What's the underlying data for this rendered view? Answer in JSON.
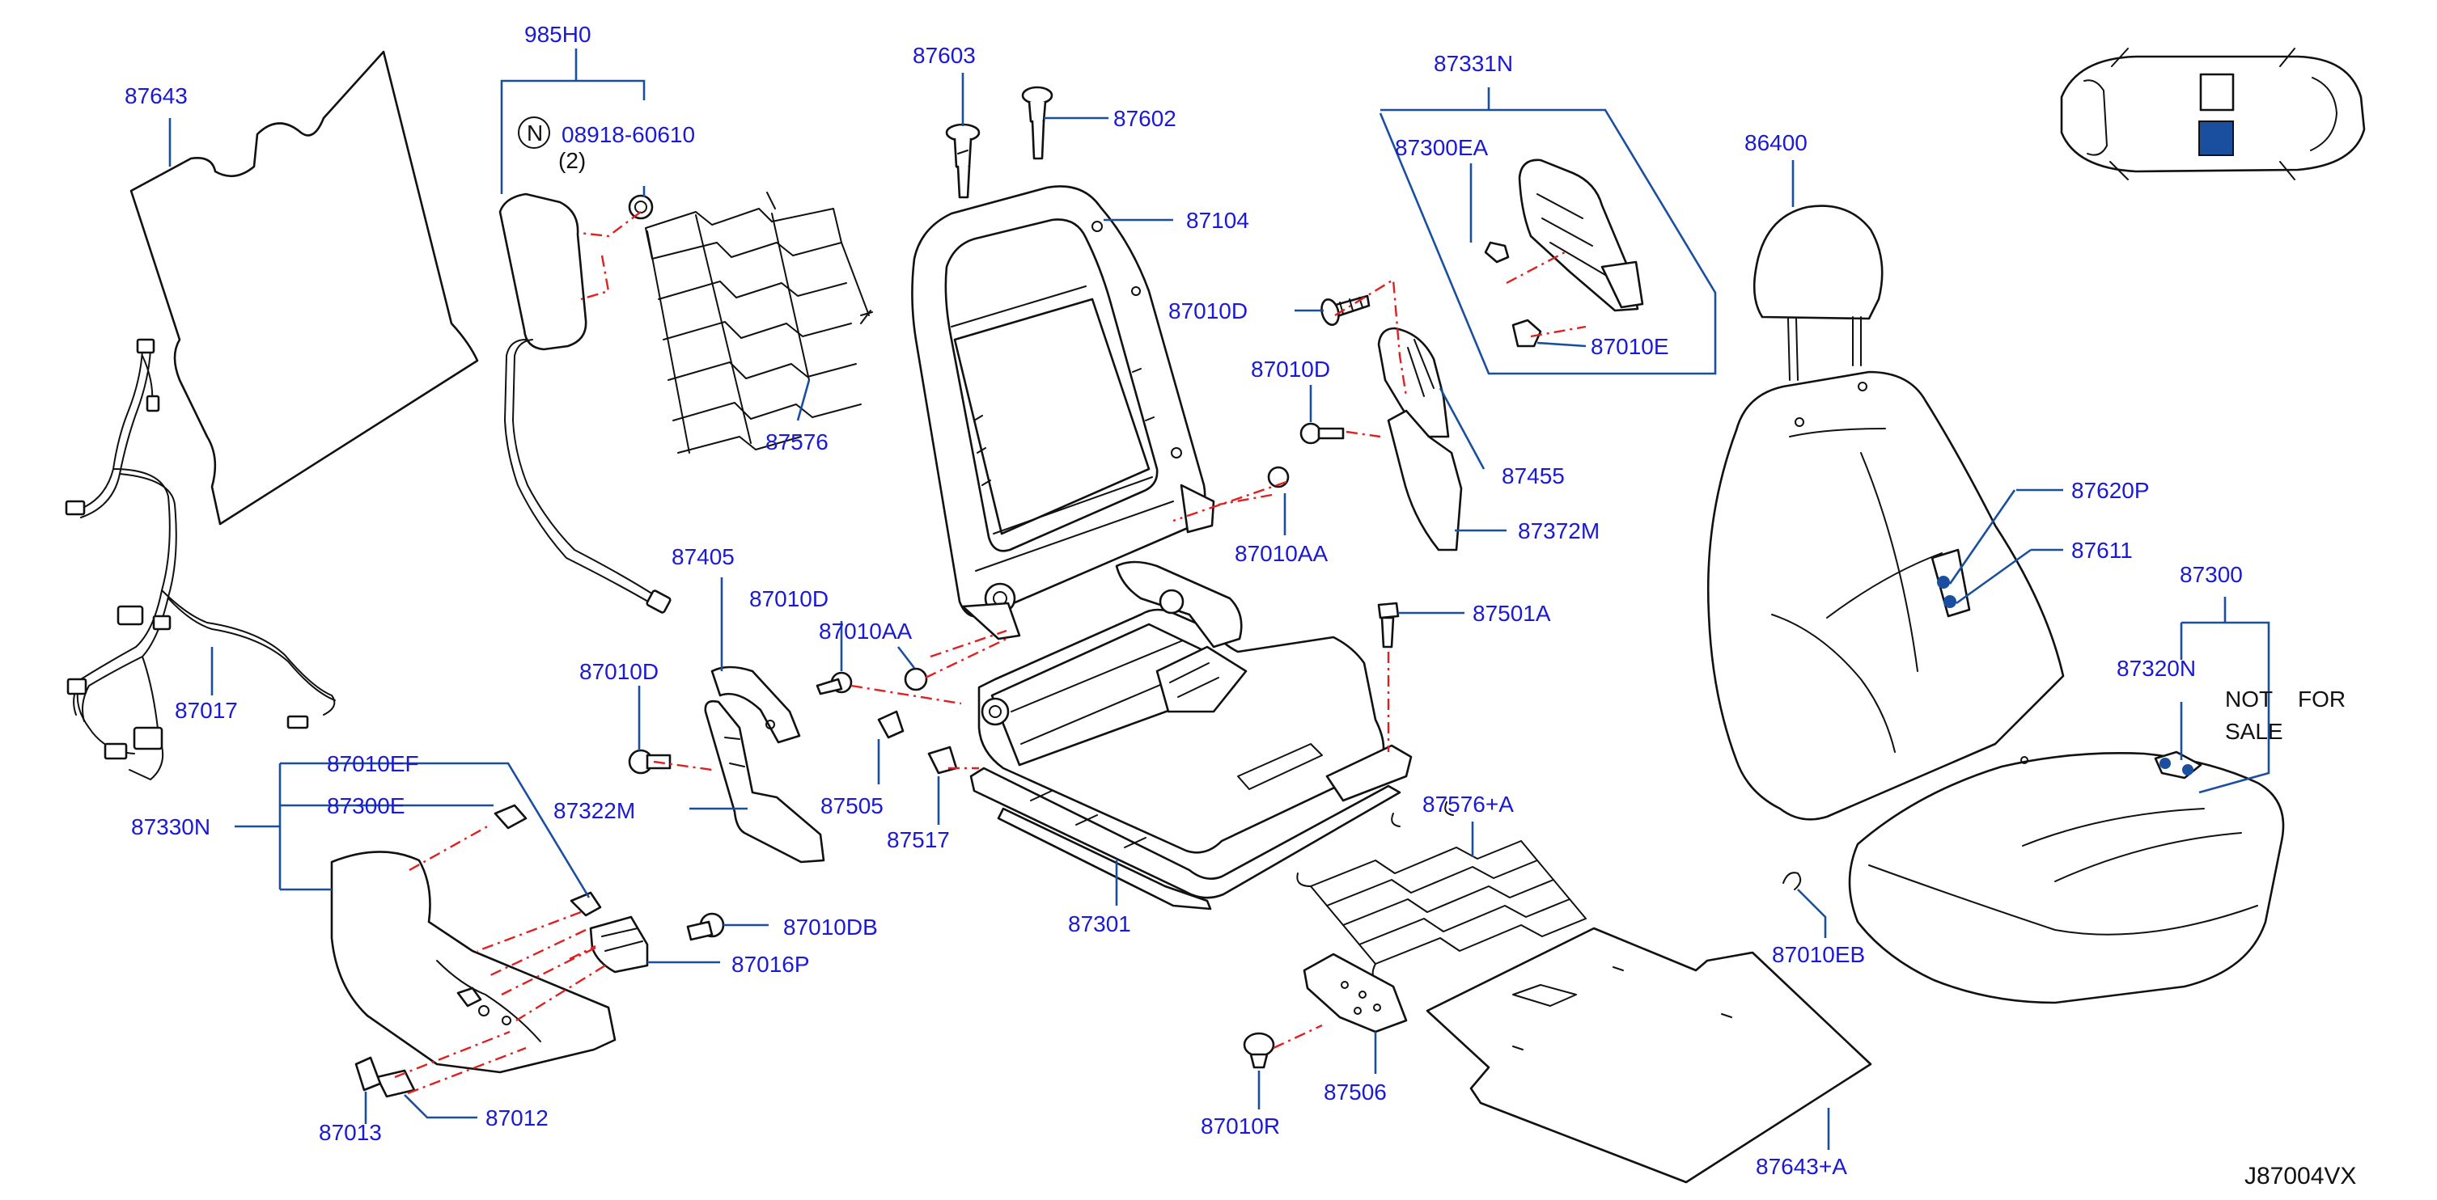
{
  "diagram": {
    "code": "J87004VX",
    "colors": {
      "label": "#1a1ad6",
      "leader": "#1a4fa0",
      "dashed": "#e02020",
      "highlight": "#1a4fa0"
    },
    "labels": {
      "p985H0": "985H0",
      "p87643": "87643",
      "p87603": "87603",
      "p87602": "87602",
      "p87331N": "87331N",
      "p08918": "08918-60610",
      "p08918_qty": "(2)",
      "p08918_n": "N",
      "p87300EA": "87300EA",
      "p87104": "87104",
      "p86400": "86400",
      "p87010D_a": "87010D",
      "p87010E": "87010E",
      "p87010D_b": "87010D",
      "p87576": "87576",
      "p87455": "87455",
      "p87620P": "87620P",
      "p87372M": "87372M",
      "p87611": "87611",
      "p87010AA_a": "87010AA",
      "p87405": "87405",
      "p87010D_c": "87010D",
      "p87300": "87300",
      "p87010AA_b": "87010AA",
      "p87501A": "87501A",
      "p87010D_d": "87010D",
      "p87017": "87017",
      "p87320N": "87320N",
      "not": "NOT",
      "for": "FOR",
      "sale": "SALE",
      "p87010EF": "87010EF",
      "p87505": "87505",
      "p87322M": "87322M",
      "p87576A": "87576+A",
      "p87300E": "87300E",
      "p87330N": "87330N",
      "p87517": "87517",
      "p87010DB": "87010DB",
      "p87301": "87301",
      "p87016P": "87016P",
      "p87010EB": "87010EB",
      "p87506": "87506",
      "p87012": "87012",
      "p87013": "87013",
      "p87010R": "87010R",
      "p87643A": "87643+A"
    }
  }
}
